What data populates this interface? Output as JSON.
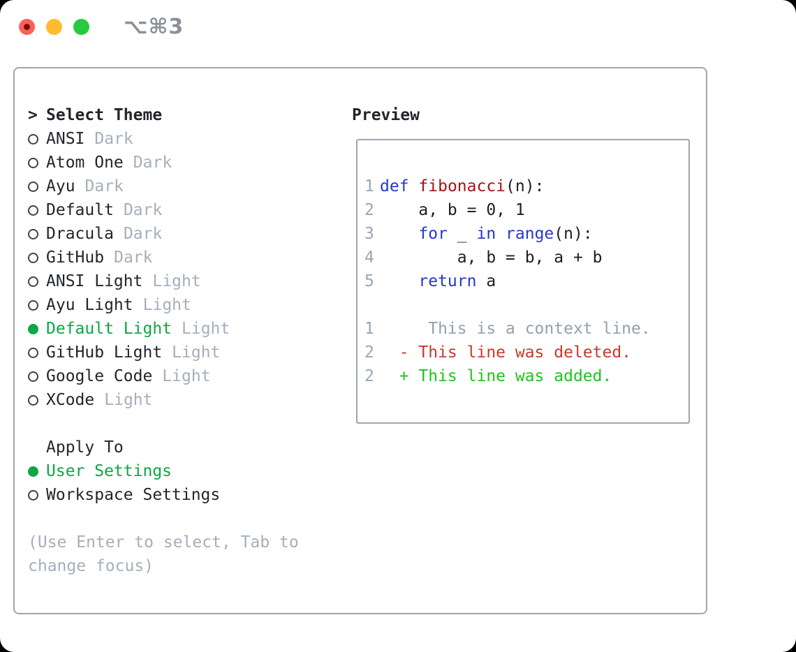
{
  "window": {
    "title": "⌥⌘3"
  },
  "theme_picker": {
    "prompt": ">",
    "title": "Select Theme",
    "items": [
      {
        "name": "ANSI",
        "variant": "Dark",
        "selected": false
      },
      {
        "name": "Atom One",
        "variant": "Dark",
        "selected": false
      },
      {
        "name": "Ayu",
        "variant": "Dark",
        "selected": false
      },
      {
        "name": "Default",
        "variant": "Dark",
        "selected": false
      },
      {
        "name": "Dracula",
        "variant": "Dark",
        "selected": false
      },
      {
        "name": "GitHub",
        "variant": "Dark",
        "selected": false
      },
      {
        "name": "ANSI Light",
        "variant": "Light",
        "selected": false
      },
      {
        "name": "Ayu Light",
        "variant": "Light",
        "selected": false
      },
      {
        "name": "Default Light",
        "variant": "Light",
        "selected": true
      },
      {
        "name": "GitHub Light",
        "variant": "Light",
        "selected": false
      },
      {
        "name": "Google Code",
        "variant": "Light",
        "selected": false
      },
      {
        "name": "XCode",
        "variant": "Light",
        "selected": false
      }
    ]
  },
  "apply_to": {
    "title": "Apply To",
    "options": [
      {
        "label": "User Settings",
        "selected": true
      },
      {
        "label": "Workspace Settings",
        "selected": false
      }
    ]
  },
  "hint": "(Use Enter to select, Tab to change focus)",
  "preview": {
    "title": "Preview",
    "lines": [
      {
        "num": "1",
        "tokens": [
          {
            "t": "def",
            "c": "keyword"
          },
          {
            "t": " ",
            "c": "plain"
          },
          {
            "t": "fibonacci",
            "c": "function"
          },
          {
            "t": "(n):",
            "c": "plain"
          }
        ]
      },
      {
        "num": "2",
        "tokens": [
          {
            "t": "    a, b = 0, 1",
            "c": "plain"
          }
        ]
      },
      {
        "num": "3",
        "tokens": [
          {
            "t": "    ",
            "c": "plain"
          },
          {
            "t": "for",
            "c": "keyword"
          },
          {
            "t": " _ ",
            "c": "plain"
          },
          {
            "t": "in",
            "c": "keyword"
          },
          {
            "t": " ",
            "c": "plain"
          },
          {
            "t": "range",
            "c": "keyword"
          },
          {
            "t": "(n):",
            "c": "plain"
          }
        ]
      },
      {
        "num": "4",
        "tokens": [
          {
            "t": "        a, b = b, a + b",
            "c": "plain"
          }
        ]
      },
      {
        "num": "5",
        "tokens": [
          {
            "t": "    ",
            "c": "plain"
          },
          {
            "t": "return",
            "c": "keyword"
          },
          {
            "t": " a",
            "c": "plain"
          }
        ]
      },
      {
        "num": "",
        "tokens": []
      },
      {
        "num": "1",
        "tokens": [
          {
            "t": "     This is a context line.",
            "c": "context"
          }
        ]
      },
      {
        "num": "2",
        "tokens": [
          {
            "t": "  - This line was deleted.",
            "c": "deleted"
          }
        ]
      },
      {
        "num": "2",
        "tokens": [
          {
            "t": "  + This line was added.",
            "c": "added"
          }
        ]
      }
    ]
  },
  "colors": {
    "keyword": "#2438cf",
    "function": "#a31515",
    "plain": "#1b1f24",
    "context": "#95a0ad",
    "deleted": "#c53b2c",
    "added": "#1fc31f",
    "linenum": "#9aa6b4",
    "muted": "#a5afbb",
    "green-ui": "#0ba843",
    "text": "#22262b",
    "border": "#9ca6b2",
    "title": "#8b9096",
    "radio": "#3c424a",
    "light_close": "#ff5f57",
    "light_close_dot": "#6e1210",
    "light_min": "#febc2e",
    "light_max": "#28c840"
  }
}
